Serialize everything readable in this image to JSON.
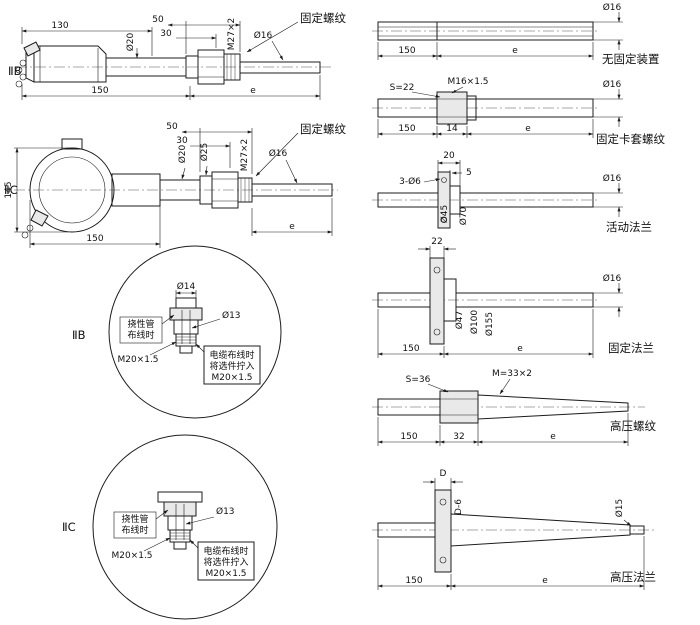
{
  "drawing": {
    "background": "#ffffff",
    "ink": "#1c1c1c",
    "subject": "thermocouple mounting variants technical drawing"
  },
  "left": {
    "iib": {
      "type": "ⅡB",
      "thread_label": "固定螺纹",
      "dim_130": "130",
      "dim_d20": "Ø20",
      "dim_50": "50",
      "dim_30": "30",
      "dim_m27": "M27×2",
      "dim_d16": "Ø16",
      "dim_150": "150",
      "dim_e": "e"
    },
    "iic": {
      "type": "ⅡC",
      "thread_label": "固定螺纹",
      "dim_50": "50",
      "dim_30": "30",
      "dim_m27": "M27×2",
      "dim_d25": "Ø25",
      "dim_d20": "Ø20",
      "dim_d16": "Ø16",
      "dim_145": "145",
      "dim_150": "150",
      "dim_e": "e"
    },
    "detail_b": {
      "type": "ⅡB",
      "dim_d14": "Ø14",
      "dim_d13": "Ø13",
      "flex_line1": "挠性管",
      "flex_line2": "布线时",
      "flex_thread": "M20×1.5",
      "cable_line1": "电缆布线时",
      "cable_line2": "将选件拧入",
      "cable_line3": "M20×1.5"
    },
    "detail_c": {
      "type": "ⅡC",
      "dim_d13": "Ø13",
      "flex_line1": "挠性管",
      "flex_line2": "布线时",
      "flex_thread": "M20×1.5",
      "cable_line1": "电缆布线时",
      "cable_line2": "将选件拧入",
      "cable_line3": "M20×1.5"
    }
  },
  "right": {
    "row1": {
      "label": "无固定装置",
      "dim_d16": "Ø16",
      "dim_150": "150",
      "dim_e": "e"
    },
    "row2": {
      "label": "固定卡套螺纹",
      "dim_s": "S=22",
      "dim_thread": "M16×1.5",
      "dim_d16": "Ø16",
      "dim_150": "150",
      "dim_14": "14",
      "dim_e": "e"
    },
    "row3": {
      "label": "活动法兰",
      "dim_20": "20",
      "dim_5": "5",
      "dim_holes": "3-Ø6",
      "dim_d45": "Ø45",
      "dim_d70": "Ø70",
      "dim_d16": "Ø16"
    },
    "row4": {
      "label": "固定法兰",
      "dim_22": "22",
      "dim_d47": "Ø47",
      "dim_d100": "Ø100",
      "dim_d155": "Ø155",
      "dim_d16": "Ø16",
      "dim_150": "150",
      "dim_e": "e"
    },
    "row5": {
      "label": "高压螺纹",
      "dim_s": "S=36",
      "dim_thread": "M=33×2",
      "dim_150": "150",
      "dim_32": "32",
      "dim_e": "e"
    },
    "row6": {
      "label": "高压法兰",
      "dim_D": "D",
      "dim_d6": "D-6",
      "dim_d15": "Ø15",
      "dim_150": "150",
      "dim_e": "e"
    }
  }
}
